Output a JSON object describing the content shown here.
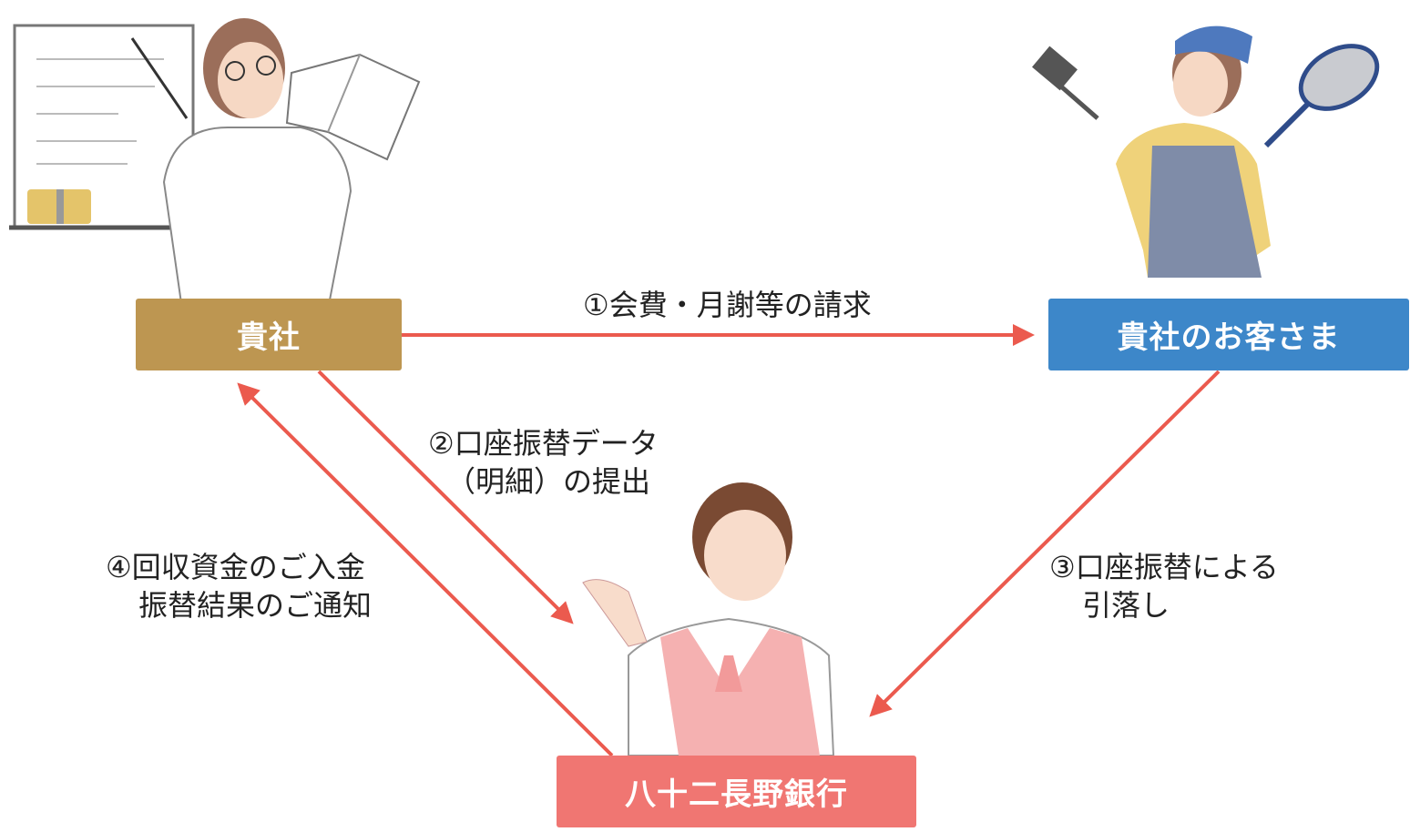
{
  "nodes": {
    "company": {
      "label": "貴社",
      "color": "#BD9651"
    },
    "customer": {
      "label": "貴社のお客さま",
      "color": "#3D87C9"
    },
    "bank": {
      "label": "八十二長野銀行",
      "color": "#F07672"
    }
  },
  "arrow_color": "#EB5A4E",
  "steps": {
    "s1": {
      "line1": "①会費・月謝等の請求"
    },
    "s2": {
      "line1": "②口座振替データ",
      "line2": "（明細）の提出"
    },
    "s3": {
      "line1": "③口座振替による",
      "line2": "引落し"
    },
    "s4": {
      "line1": "④回収資金のご入金",
      "line2": "振替結果のご通知"
    }
  }
}
